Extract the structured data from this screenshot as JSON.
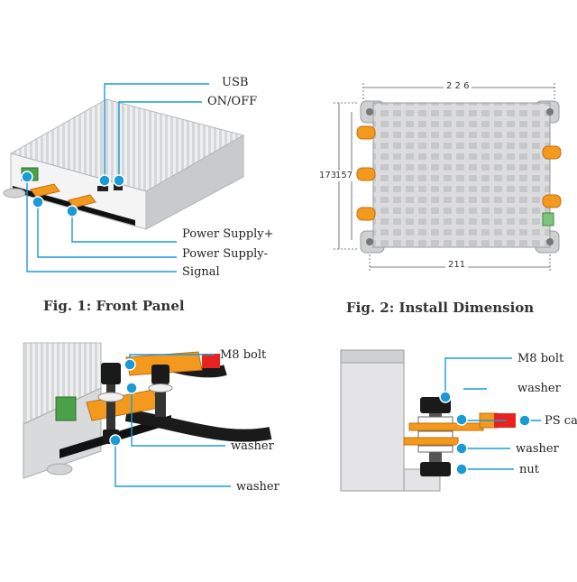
{
  "colors": {
    "callout_blue": "#1a9bd7",
    "terminal_orange": "#f39a1e",
    "enclosure_gray": "#d9dadc",
    "cable_red": "#e8231f",
    "signal_green": "#4aa14a"
  },
  "fig1": {
    "caption": "Fig. 1: Front Panel",
    "labels": {
      "usb": "USB",
      "onoff": "ON/OFF",
      "ps_plus": "Power Supply+",
      "ps_minus": "Power Supply-",
      "signal": "Signal"
    }
  },
  "fig2": {
    "caption": "Fig. 2: Install Dimension",
    "dims": {
      "width_top": "2 2 6",
      "height_outer": "173",
      "height_inner": "157",
      "width_bottom": "211"
    }
  },
  "fig3": {
    "labels": {
      "m8_bolt": "M8 bolt",
      "washer_mid": "washer",
      "washer_bottom": "washer"
    }
  },
  "fig4": {
    "labels": {
      "m8_bolt": "M8 bolt",
      "washer_top": "washer",
      "ps_cable": "PS ca",
      "washer_bottom": "washer",
      "nut": "nut"
    }
  }
}
